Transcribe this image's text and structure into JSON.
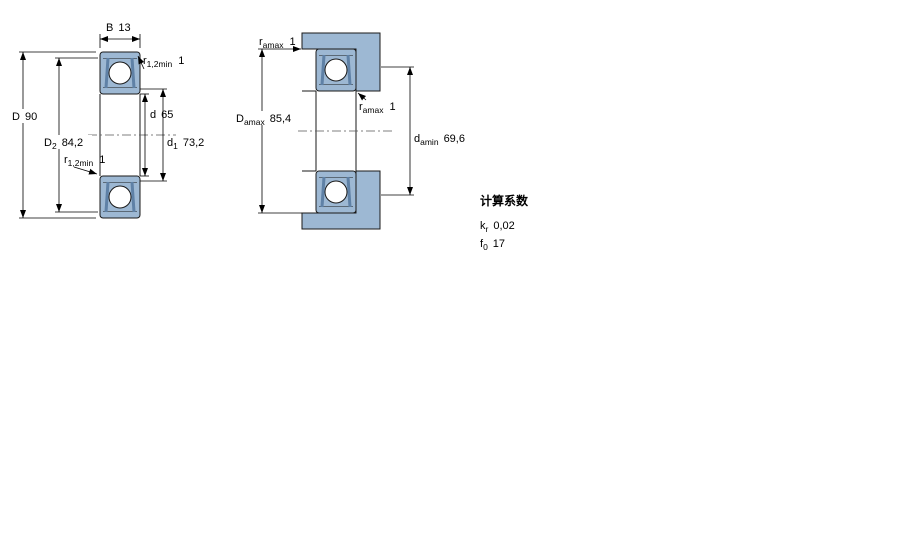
{
  "drawing": {
    "accent_blue": "#9db8d3",
    "seal_blue": "#5f81a6",
    "line_black": "#1a1a1a",
    "left_view": {
      "dim_B": {
        "label": "B",
        "value": "13"
      },
      "dim_r_top": {
        "base": "r",
        "sub": "1,2min",
        "value": "1"
      },
      "dim_D": {
        "label": "D",
        "value": "90"
      },
      "dim_D2": {
        "base": "D",
        "sub": "2",
        "value": "84,2"
      },
      "dim_r_left": {
        "base": "r",
        "sub": "1,2min",
        "value": "1"
      },
      "dim_d": {
        "label": "d",
        "value": "65"
      },
      "dim_d1": {
        "base": "d",
        "sub": "1",
        "value": "73,2"
      }
    },
    "right_view": {
      "dim_r_top": {
        "base": "r",
        "sub": "amax",
        "value": "1"
      },
      "dim_Da": {
        "base": "D",
        "sub": "amax",
        "value": "85,4"
      },
      "dim_r_mid": {
        "base": "r",
        "sub": "amax",
        "value": "1"
      },
      "dim_da": {
        "base": "d",
        "sub": "amin",
        "value": "69,6"
      }
    }
  },
  "calculation_factors": {
    "heading": "计算系数",
    "items": [
      {
        "base": "k",
        "sub": "r",
        "value": "0,02"
      },
      {
        "base": "f",
        "sub": "0",
        "value": "17"
      }
    ]
  }
}
